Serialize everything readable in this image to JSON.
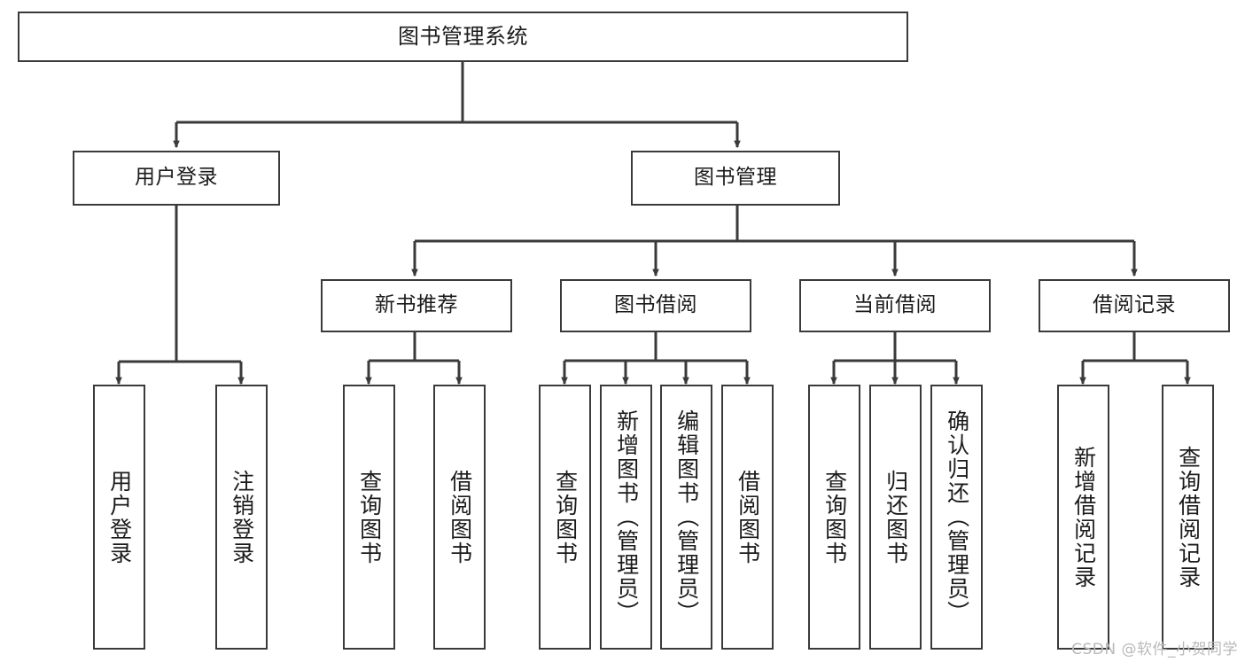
{
  "diagram": {
    "title": "图书管理系统",
    "type": "tree-hierarchy-chart",
    "stroke_color": "#3a3a3a",
    "text_color": "#1b1b1b",
    "background_color": "#ffffff"
  },
  "watermark": {
    "text": "CSDN @软件_小贺同学",
    "color": "#b9b9b9"
  },
  "nodes": {
    "root": {
      "label": "图书管理系统"
    },
    "level2": [
      {
        "label": "用户登录"
      },
      {
        "label": "图书管理"
      }
    ],
    "level3": [
      {
        "label": "新书推荐"
      },
      {
        "label": "图书借阅"
      },
      {
        "label": "当前借阅"
      },
      {
        "label": "借阅记录"
      }
    ],
    "leaves": {
      "user_login": [
        {
          "label": "用户登录"
        },
        {
          "label": "注销登录"
        }
      ],
      "new_book": [
        {
          "label": "查询图书"
        },
        {
          "label": "借阅图书"
        }
      ],
      "book_borrow": [
        {
          "label": "查询图书"
        },
        {
          "label": "新增图书（管理员）"
        },
        {
          "label": "编辑图书（管理员）"
        },
        {
          "label": "借阅图书"
        }
      ],
      "current_borrow": [
        {
          "label": "查询图书"
        },
        {
          "label": "归还图书"
        },
        {
          "label": "确认归还（管理员）"
        }
      ],
      "borrow_record": [
        {
          "label": "新增借阅记录"
        },
        {
          "label": "查询借阅记录"
        }
      ]
    }
  }
}
